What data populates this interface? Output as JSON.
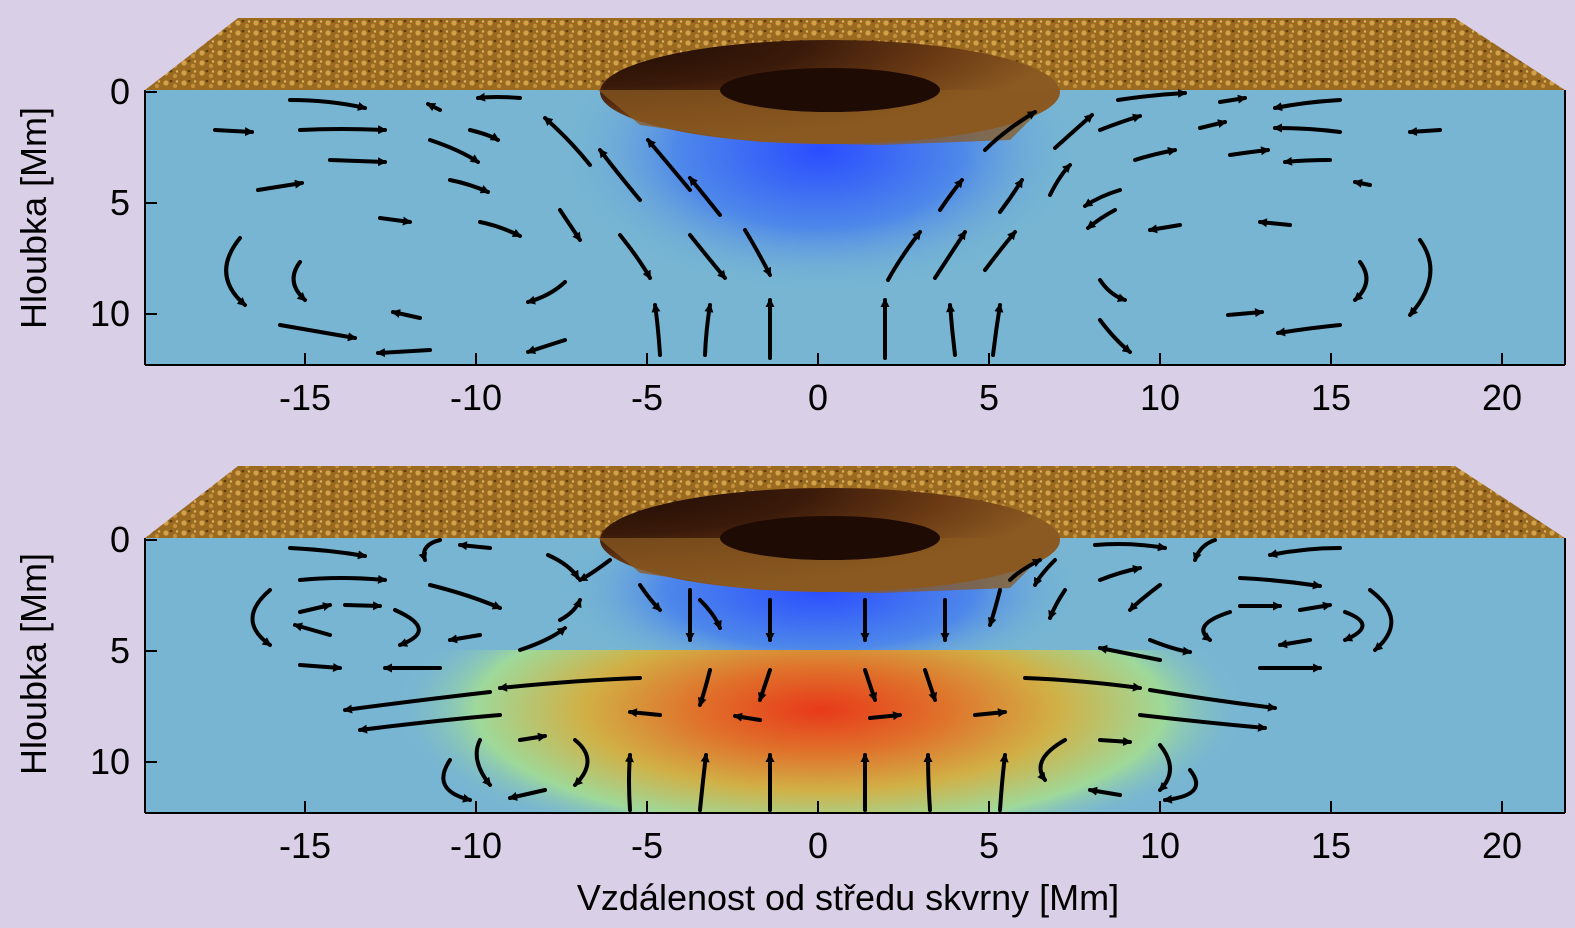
{
  "colors": {
    "background": "#d9cfe6",
    "cut_face": "#77b5d3",
    "upflow_core": "#2a4dff",
    "hot_core": "#e8391a",
    "photosphere": "#9b6a21",
    "umbra": "#2a1107",
    "arrows": "#000000"
  },
  "panels": [
    {
      "id": "top",
      "y_axis_label": "Hloubka [Mm]",
      "y_ticks": [
        "0",
        "5",
        "10"
      ],
      "x_ticks": [
        "-15",
        "-10",
        "-5",
        "0",
        "5",
        "10",
        "15",
        "20"
      ]
    },
    {
      "id": "bottom",
      "y_axis_label": "Hloubka [Mm]",
      "y_ticks": [
        "0",
        "5",
        "10"
      ],
      "x_ticks": [
        "-15",
        "-10",
        "-5",
        "0",
        "5",
        "10",
        "15",
        "20"
      ]
    }
  ],
  "x_axis_label": "Vzdálenost od středu skvrny [Mm]"
}
